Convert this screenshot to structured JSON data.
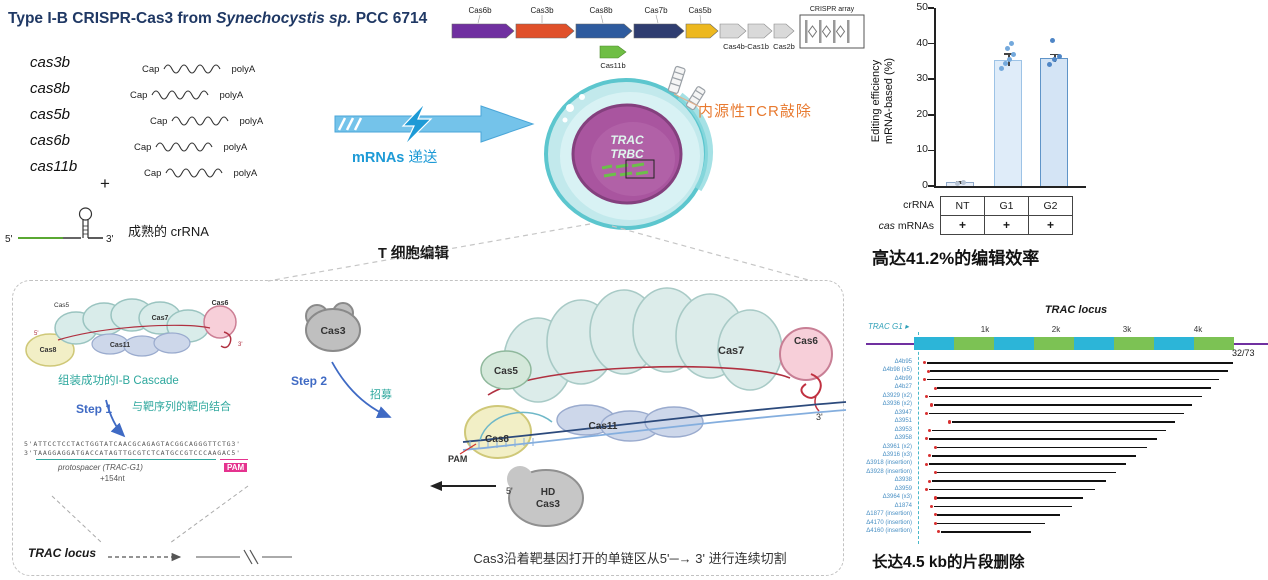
{
  "title": {
    "prefix": "Type I-B CRISPR-Cas3 from ",
    "species": "Synechocystis sp.",
    "suffix": " PCC 6714"
  },
  "genes": [
    "cas3b",
    "cas8b",
    "cas5b",
    "cas6b",
    "cas11b"
  ],
  "mrna": {
    "cap": "Cap",
    "polyA": "polyA",
    "plus": "+"
  },
  "crrna": {
    "five_prime": "5'",
    "three_prime": "3'",
    "label": "成熟的 crRNA"
  },
  "operon": {
    "genes": [
      {
        "label": "Cas6b",
        "color": "#7030a0"
      },
      {
        "label": "Cas3b",
        "color": "#e0502a"
      },
      {
        "label": "Cas8b",
        "color": "#2e5b9e"
      },
      {
        "label": "Cas7b",
        "color": "#2f3d70"
      },
      {
        "label": "Cas5b",
        "color": "#edb81f"
      },
      {
        "label": "Cas4b-Cas1b",
        "color": "#d9d9d9"
      },
      {
        "label": "Cas2b",
        "color": "#d9d9d9"
      },
      {
        "label": "Cas11b",
        "color": "#6fbe44"
      }
    ],
    "crispr_array_label": "CRISPR array"
  },
  "delivery": {
    "label_bold": "mRNAs",
    "label_rest": " 递送"
  },
  "cell": {
    "gene1": "TRAC",
    "gene2": "TRBC",
    "knockout_label": "内源性TCR敲除"
  },
  "chart_data": {
    "type": "bar",
    "categories": [
      "NT",
      "G1",
      "G2"
    ],
    "values": [
      1,
      35.5,
      36
    ],
    "errors": [
      0.4,
      1.8,
      1.2
    ],
    "points": [
      [
        0.8,
        1.1
      ],
      [
        33,
        34.5,
        35.5,
        37,
        38.5,
        40
      ],
      [
        34,
        35.5,
        36.5,
        41
      ]
    ],
    "ylabel_line1": "Editing efficiency",
    "ylabel_line2": "mRNA-based (%)",
    "ylim": [
      0,
      50
    ],
    "yticks": [
      0,
      10,
      20,
      30,
      40,
      50
    ],
    "bar_fills": [
      "#e8eef8",
      "#dfecf9",
      "#d4e4f5"
    ],
    "bar_strokes": [
      "#8fa8c8",
      "#9dc3e6",
      "#5f94c8"
    ],
    "dot_colors": [
      "#b8c4d4",
      "#74a9dc",
      "#4f86c6"
    ]
  },
  "condition_table": {
    "row1_label": "crRNA",
    "row1_cells": [
      "NT",
      "G1",
      "G2"
    ],
    "row2_label_italic": "cas",
    "row2_label_rest": " mRNAs",
    "row2_cells": [
      "+",
      "+",
      "+"
    ]
  },
  "efficiency_caption": {
    "prefix": "高达",
    "bold": "41.2%",
    "suffix": "的编辑效率"
  },
  "tcell_panel": {
    "title": "T 细胞编辑",
    "cascade_caption": "组装成功的I-B Cascade",
    "step1": "Step 1",
    "step1_note": "与靶序列的靶向结合",
    "step2": "Step 2",
    "step2_note": "招募",
    "cas3_label": "Cas3",
    "seq_top": "5'ATTCCTCCTACTGGTATCAACGCAGAGTACGGCAGGGTTCTG3'",
    "seq_bottom": "3'TAAGGAGGATGACCATAGTTGCGTCTCATGCCGTCCCAAGAC5'",
    "protospacer": "protospacer (TRAC-G1)",
    "offset": "+154nt",
    "pam": "PAM",
    "trac_locus": "TRAC locus",
    "cascade_labels": {
      "cas5": "Cas5",
      "cas8": "Cas8",
      "cas11": "Cas11",
      "cas7": "Cas7",
      "cas6": "Cas6",
      "five": "5'",
      "three": "3'"
    },
    "complex_labels": {
      "cas5": "Cas5",
      "cas8": "Cas8",
      "cas11": "Cas11",
      "cas7": "Cas7",
      "cas6": "Cas6",
      "hd": "HD",
      "cas3": "Cas3",
      "pam": "PAM",
      "five": "5'",
      "three": "3'"
    },
    "caption": "Cas3沿着靶基因打开的单链区从5'─→ 3' 进行连续切割"
  },
  "deletion_map": {
    "guide_label": "TRAC G1",
    "guide_arrow": "▸",
    "locus_title": "TRAC locus",
    "ticks": [
      "1k",
      "2k",
      "3k",
      "4k"
    ],
    "fraction": "32/73",
    "block_colors": [
      "#2cb5d8",
      "#7cc254"
    ],
    "line_color": "#7030a0",
    "label_color": "#4a90c4",
    "clones": [
      {
        "label": "Δ4b95",
        "start": 0.15,
        "end": 4.5
      },
      {
        "label": "Δ4b98 (x5)",
        "start": 0.2,
        "end": 4.42
      },
      {
        "label": "Δ4b99",
        "start": 0.15,
        "end": 4.3
      },
      {
        "label": "Δ4b27",
        "start": 0.3,
        "end": 4.18
      },
      {
        "label": "Δ3929 (x2)",
        "start": 0.18,
        "end": 4.05
      },
      {
        "label": "Δ3936 (x2)",
        "start": 0.25,
        "end": 3.92
      },
      {
        "label": "Δ3947",
        "start": 0.18,
        "end": 3.8
      },
      {
        "label": "Δ3951",
        "start": 0.5,
        "end": 3.68
      },
      {
        "label": "Δ3953",
        "start": 0.22,
        "end": 3.55
      },
      {
        "label": "Δ3958",
        "start": 0.18,
        "end": 3.42
      },
      {
        "label": "Δ3961 (x2)",
        "start": 0.3,
        "end": 3.28
      },
      {
        "label": "Δ3916 (x3)",
        "start": 0.22,
        "end": 3.12
      },
      {
        "label": "Δ3918 (insertion)",
        "start": 0.18,
        "end": 2.98
      },
      {
        "label": "Δ3928 (insertion)",
        "start": 0.3,
        "end": 2.85
      },
      {
        "label": "Δ3938",
        "start": 0.22,
        "end": 2.7
      },
      {
        "label": "Δ3959",
        "start": 0.18,
        "end": 2.55
      },
      {
        "label": "Δ3964 (x3)",
        "start": 0.3,
        "end": 2.38
      },
      {
        "label": "Δ1874",
        "start": 0.25,
        "end": 2.22
      },
      {
        "label": "Δ1877 (insertion)",
        "start": 0.3,
        "end": 2.05
      },
      {
        "label": "Δ4170 (insertion)",
        "start": 0.3,
        "end": 1.85
      },
      {
        "label": "Δ4160 (insertion)",
        "start": 0.35,
        "end": 1.65
      }
    ],
    "caption": {
      "prefix": "长达",
      "bold": "4.5 kb",
      "suffix": "的片段删除"
    }
  }
}
